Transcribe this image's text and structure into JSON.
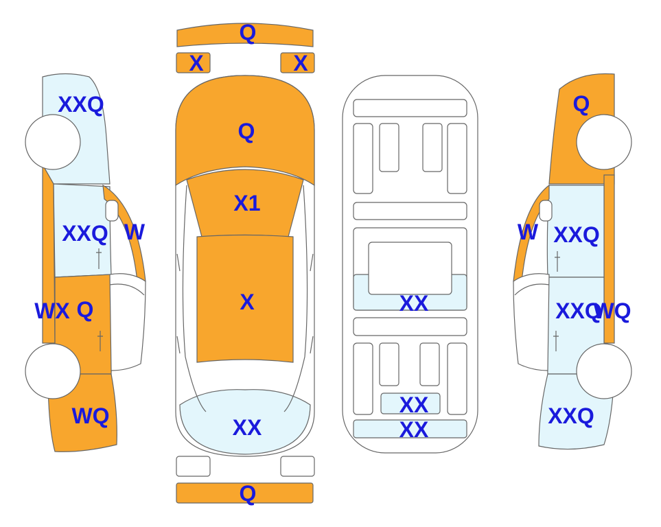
{
  "colors": {
    "damage": "#f8a62d",
    "clean": "#e3f6fc",
    "outline": "#666666",
    "text": "#1a1adc",
    "white": "#ffffff"
  },
  "labels": {
    "front_bumper": "Q",
    "headlight_left": "X",
    "headlight_right": "X",
    "hood": "Q",
    "windshield": "X1",
    "roof": "X",
    "rear_window": "XX",
    "rear_bumper": "Q",
    "left_front_fender": "XXQ",
    "left_front_door": "XXQ",
    "left_a_pillar": "W",
    "left_rear_door_w": "WX",
    "left_rear_door_q": "Q",
    "left_quarter": "WQ",
    "floor_center": "XX",
    "floor_rear_1": "XX",
    "floor_rear_2": "XX",
    "right_front_fender": "Q",
    "right_a_pillar": "W",
    "right_front_door": "XXQ",
    "right_rear_door": "XXQ",
    "right_rear_sill": "WQ",
    "right_quarter": "XXQ"
  }
}
